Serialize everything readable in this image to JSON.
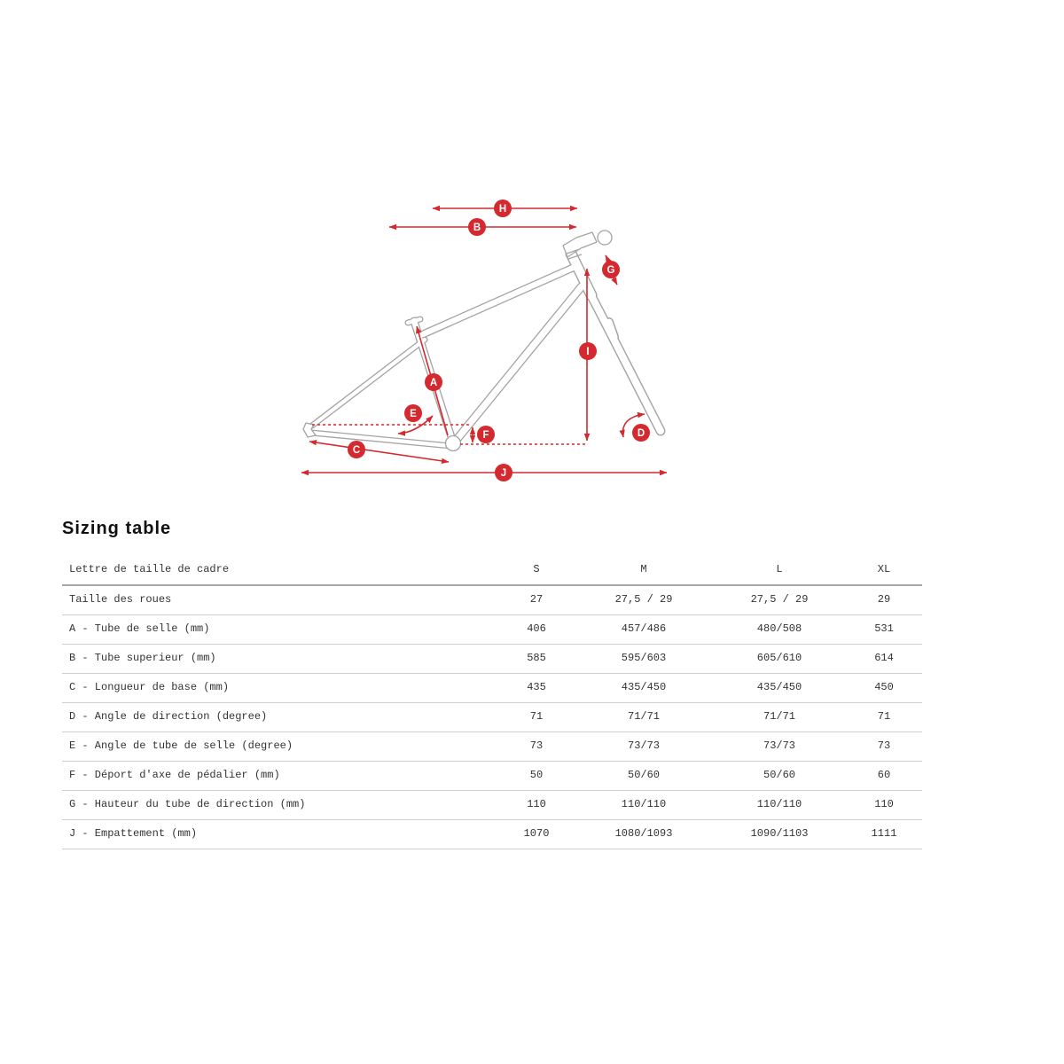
{
  "colors": {
    "accent": "#d4292e",
    "frame_line": "#a3a3a3"
  },
  "diagram": {
    "markers": {
      "a": "A",
      "b": "B",
      "c": "C",
      "d": "D",
      "e": "E",
      "f": "F",
      "g": "G",
      "h": "H",
      "i": "I",
      "j": "J"
    }
  },
  "sizing": {
    "title": "Sizing table",
    "header": {
      "label": "Lettre de taille de cadre",
      "cols": [
        "S",
        "M",
        "L",
        "XL"
      ]
    },
    "rows": [
      {
        "label": "Taille des roues",
        "values": [
          "27",
          "27,5 / 29",
          "27,5 / 29",
          "29"
        ]
      },
      {
        "label": "A - Tube de selle (mm)",
        "values": [
          "406",
          "457/486",
          "480/508",
          "531"
        ]
      },
      {
        "label": "B - Tube superieur (mm)",
        "values": [
          "585",
          "595/603",
          "605/610",
          "614"
        ]
      },
      {
        "label": "C - Longueur de base (mm)",
        "values": [
          "435",
          "435/450",
          "435/450",
          "450"
        ]
      },
      {
        "label": "D - Angle de direction (degree)",
        "values": [
          "71",
          "71/71",
          "71/71",
          "71"
        ]
      },
      {
        "label": "E - Angle de tube de selle (degree)",
        "values": [
          "73",
          "73/73",
          "73/73",
          "73"
        ]
      },
      {
        "label": "F - Déport d'axe de pédalier (mm)",
        "values": [
          "50",
          "50/60",
          "50/60",
          "60"
        ]
      },
      {
        "label": "G - Hauteur du tube de direction (mm)",
        "values": [
          "110",
          "110/110",
          "110/110",
          "110"
        ]
      },
      {
        "label": "J - Empattement (mm)",
        "values": [
          "1070",
          "1080/1093",
          "1090/1103",
          "1111"
        ]
      }
    ]
  }
}
